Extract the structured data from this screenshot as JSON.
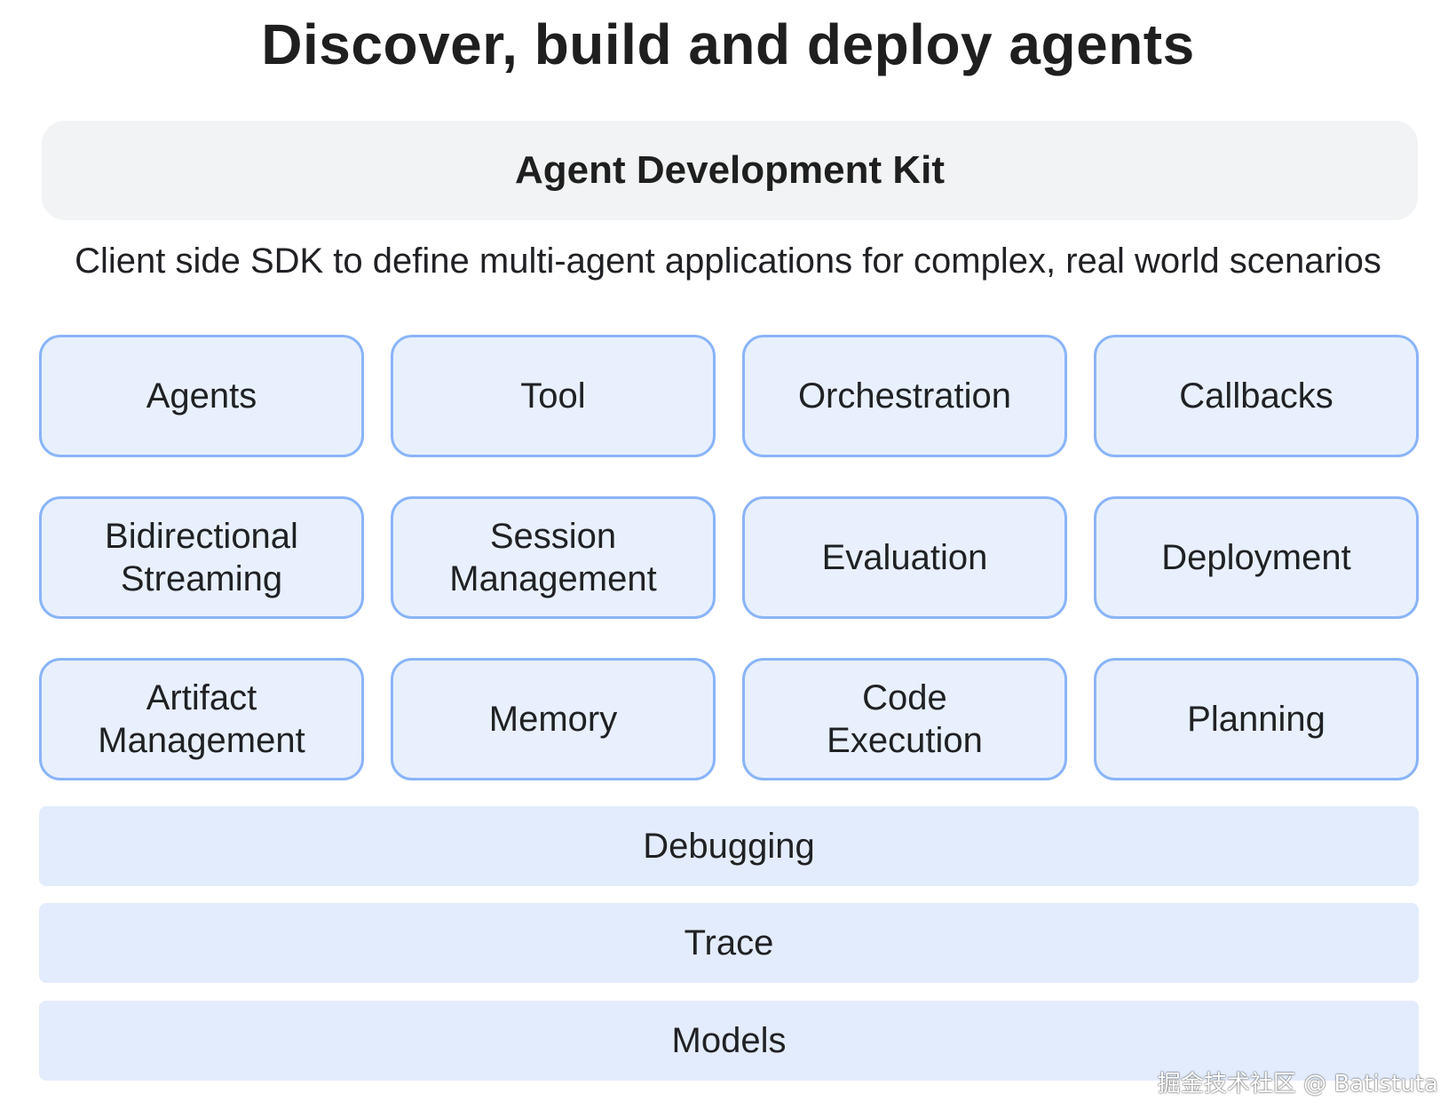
{
  "title": "Discover, build and deploy agents",
  "kit": {
    "label": "Agent Development Kit",
    "description": "Client side SDK to define multi-agent applications for complex, real world scenarios"
  },
  "components": [
    "Agents",
    "Tool",
    "Orchestration",
    "Callbacks",
    "Bidirectional\nStreaming",
    "Session\nManagement",
    "Evaluation",
    "Deployment",
    "Artifact\nManagement",
    "Memory",
    "Code\nExecution",
    "Planning"
  ],
  "layers": {
    "debugging": "Debugging",
    "trace": "Trace",
    "models": "Models"
  },
  "watermark": "掘金技术社区 @ Batistuta",
  "colors": {
    "card_fill": "#e8f0fe",
    "card_border": "#8ab4f8",
    "layer_fill": "#e3ecfc",
    "kit_fill": "#f1f3f4"
  }
}
